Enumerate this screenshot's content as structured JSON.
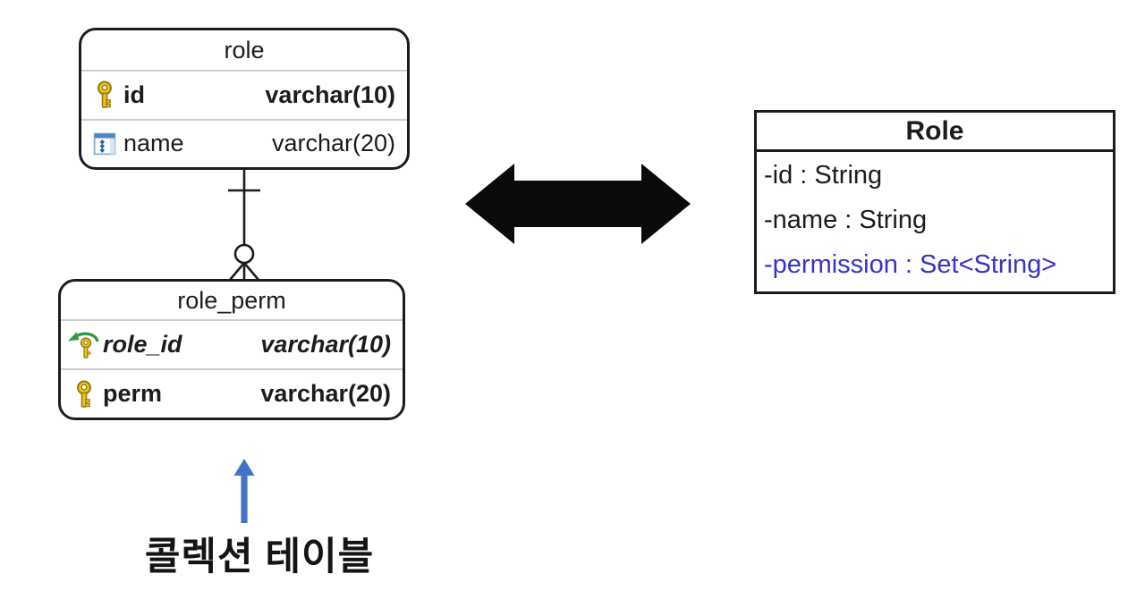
{
  "er": {
    "tables": [
      {
        "name": "role",
        "columns": [
          {
            "icon": "primary-key-icon",
            "name": "id",
            "type": "varchar(10)",
            "key": "primary"
          },
          {
            "icon": "column-icon",
            "name": "name",
            "type": "varchar(20)",
            "key": "none"
          }
        ]
      },
      {
        "name": "role_perm",
        "columns": [
          {
            "icon": "foreign-key-icon",
            "name": "role_id",
            "type": "varchar(10)",
            "key": "primary-foreign"
          },
          {
            "icon": "primary-key-icon",
            "name": "perm",
            "type": "varchar(20)",
            "key": "primary"
          }
        ]
      }
    ],
    "relationship": {
      "from": "role",
      "to": "role_perm",
      "cardinality": "one-to-zero-or-many"
    }
  },
  "uml": {
    "class_name": "Role",
    "attributes": [
      {
        "text": "-id : String",
        "color": "#1c1c1c"
      },
      {
        "text": "-name : String",
        "color": "#1c1c1c"
      },
      {
        "text": "-permission : Set<String>",
        "color": "#3434c8"
      }
    ]
  },
  "arrows": {
    "mapping_arrow": {
      "direction": "double-headed-horizontal",
      "color": "#0a0a0a"
    },
    "annotation_arrow": {
      "direction": "up",
      "color": "#4472c4"
    }
  },
  "annotation": {
    "text": "콜렉션 테이블"
  },
  "colors": {
    "table_border": "#1c1c1c",
    "row_separator": "#cfcfcf",
    "blue_attribute_text": "#3434c8",
    "key_icon_gold": "#f3c819",
    "fk_arrow_green": "#2d9b45",
    "column_icon_blue": "#4a86c8"
  }
}
